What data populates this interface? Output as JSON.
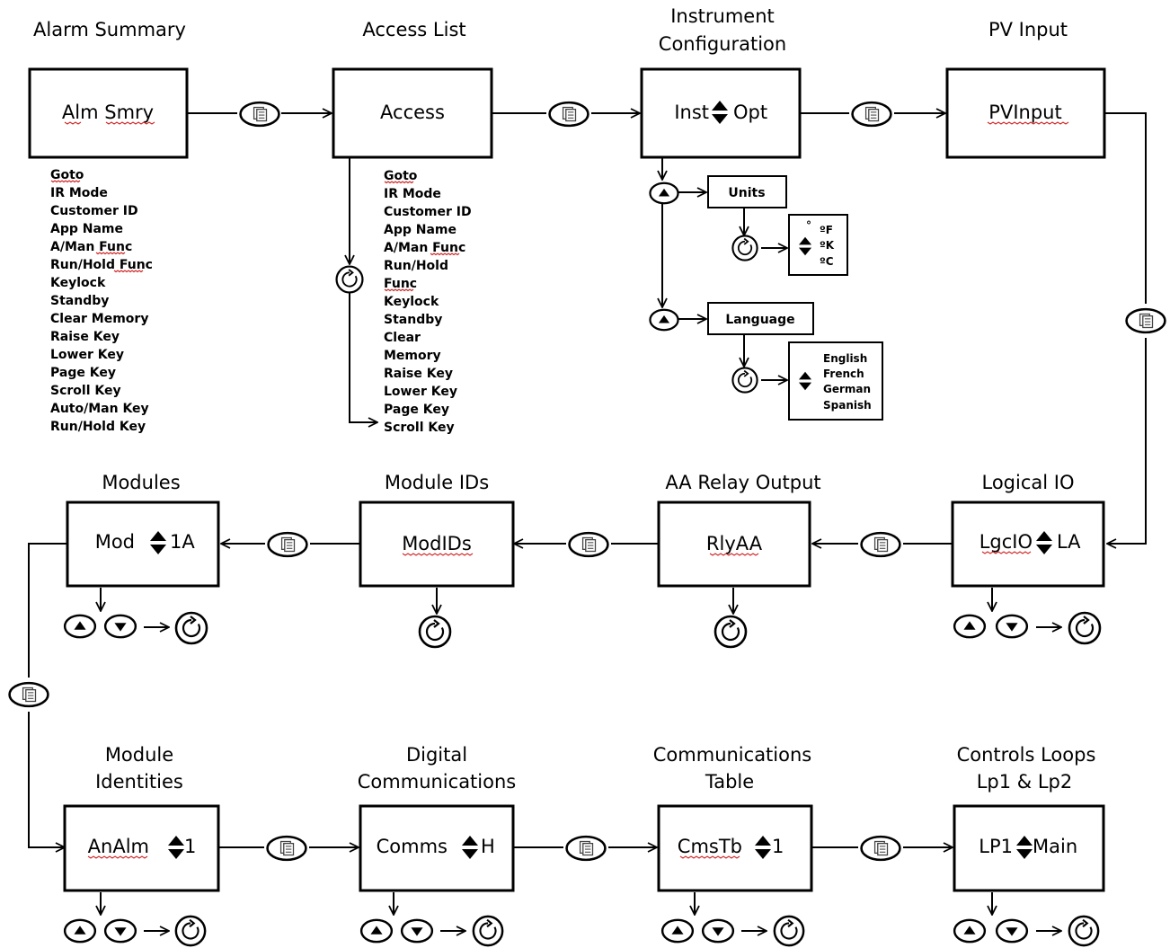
{
  "titles": {
    "alarm_summary": "Alarm Summary",
    "access_list": "Access List",
    "instrument_configuration": [
      "Instrument",
      "Configuration"
    ],
    "pv_input": "PV Input",
    "modules": "Modules",
    "module_ids": "Module IDs",
    "aa_relay_output": "AA Relay Output",
    "logical_io": "Logical IO",
    "module_identities": [
      "Module",
      "Identities"
    ],
    "digital_communications": [
      "Digital",
      "Communications"
    ],
    "communications_table": [
      "Communications",
      "Table"
    ],
    "control_loops": [
      "Controls Loops",
      "Lp1 & Lp2"
    ]
  },
  "boxes": {
    "alm_smry": "Alm Smry",
    "access": "Access",
    "inst_left": "Inst",
    "inst_right": "Opt",
    "pvinput": "PVInput",
    "mod_left": "Mod",
    "mod_right": "1A",
    "modids": "ModIDs",
    "rlyaa": "RlyAA",
    "lgcio_left": "LgcIO",
    "lgcio_right": "LA",
    "analm_left": "AnAlm",
    "analm_right": "1",
    "comms_left": "Comms",
    "comms_right": "H",
    "cmstb_left": "CmsTb",
    "cmstb_right": "1",
    "lp1_left": "LP1",
    "lp1_right": "Main"
  },
  "alarm_summary_list": [
    "Goto",
    "IR Mode",
    "Customer ID",
    "App Name",
    "A/Man Func",
    "Run/Hold Func",
    "Keylock",
    "Standby",
    "Clear Memory",
    "Raise Key",
    "Lower Key",
    "Page Key",
    "Scroll Key",
    "Auto/Man Key",
    "Run/Hold Key"
  ],
  "access_list_items": [
    "Goto",
    "IR Mode",
    "Customer ID",
    "App Name",
    "A/Man Func",
    "Run/Hold",
    "Func",
    "Keylock",
    "Standby",
    "Clear",
    "Memory",
    "Raise Key",
    "Lower Key",
    "Page Key",
    "Scroll Key"
  ],
  "units": {
    "label": "Units",
    "options": [
      "°",
      "ºF",
      "ºK",
      "ºC"
    ]
  },
  "language": {
    "label": "Language",
    "options": [
      "English",
      "French",
      "German",
      "Spanish"
    ]
  },
  "icons": {
    "page_key": "page-key-icon",
    "scroll_key": "scroll-key-icon",
    "raise_key": "raise-key-icon",
    "lower_key": "lower-key-icon",
    "up_down": "up-down-icon"
  },
  "colors": {
    "stroke": "#000000",
    "spellcheck": "#d02020"
  }
}
